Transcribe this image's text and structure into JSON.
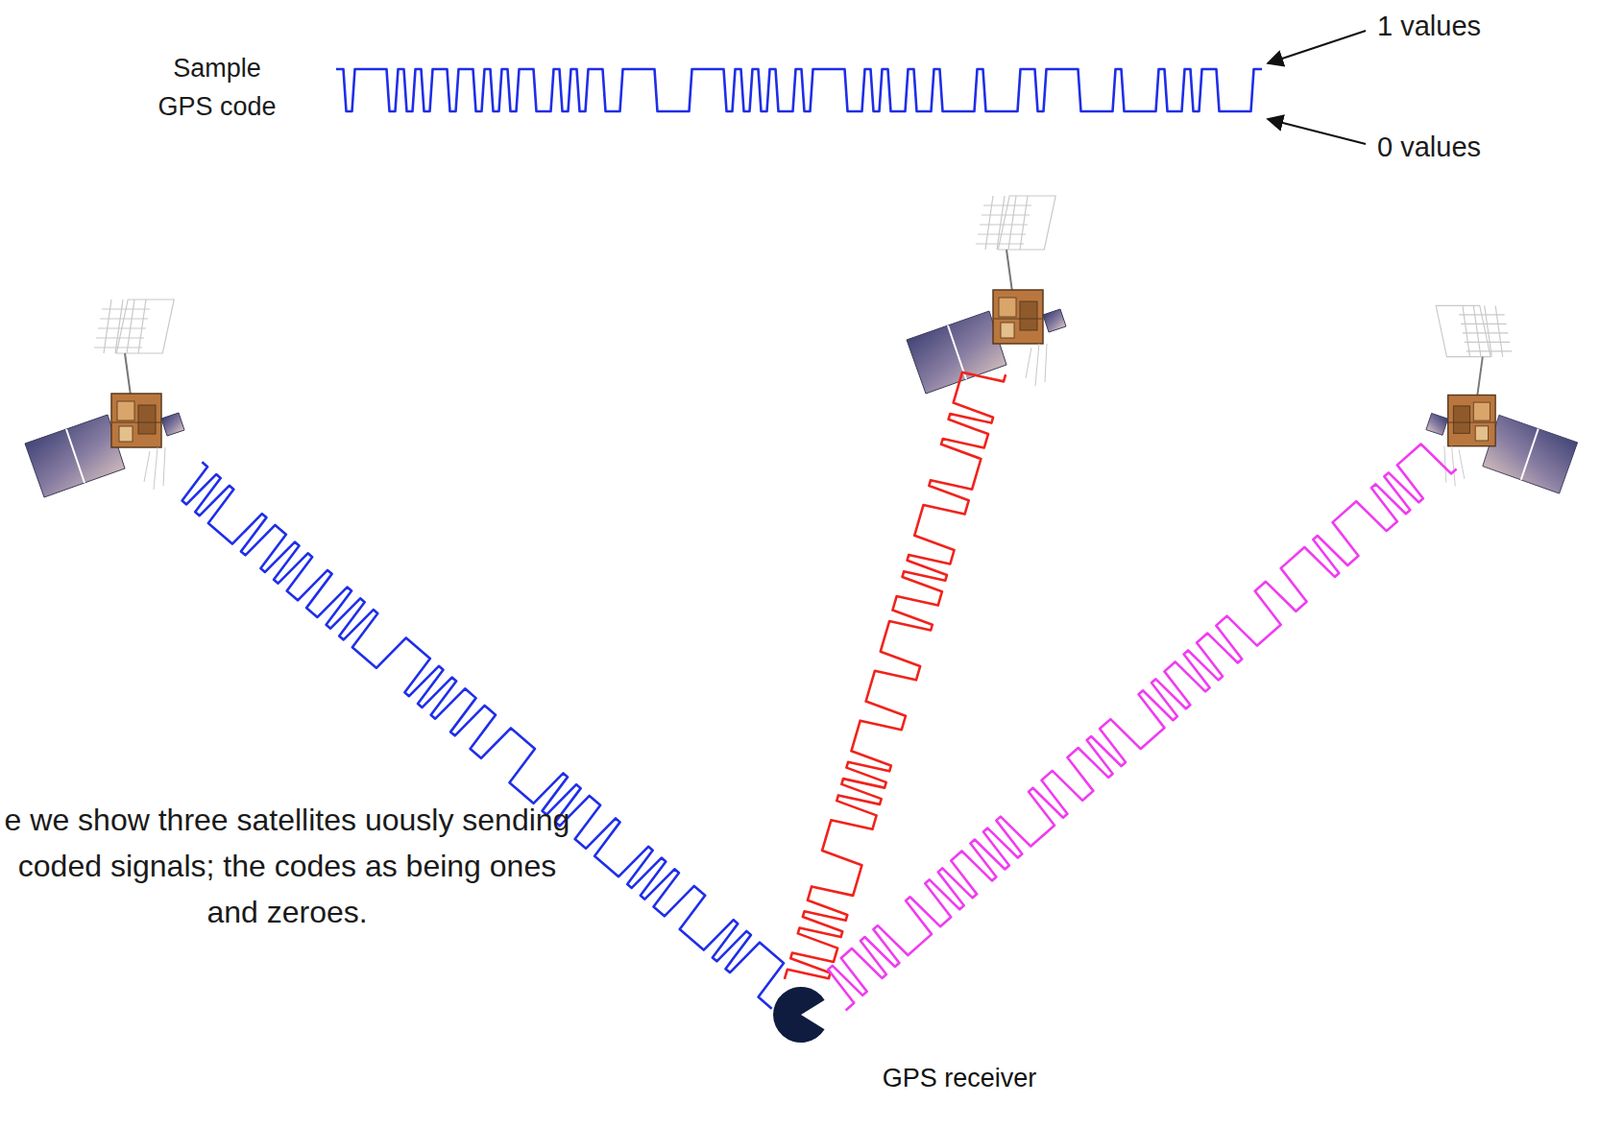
{
  "diagram": {
    "nodes": [
      {
        "text": [
          "GPS receiver"
        ]
      }
    ],
    "labels": [
      "Sample GPS code",
      "1 values",
      "0 values",
      "e we show three satellites uously sending coded signals; the codes as being ones and zeroes."
    ]
  }
}
